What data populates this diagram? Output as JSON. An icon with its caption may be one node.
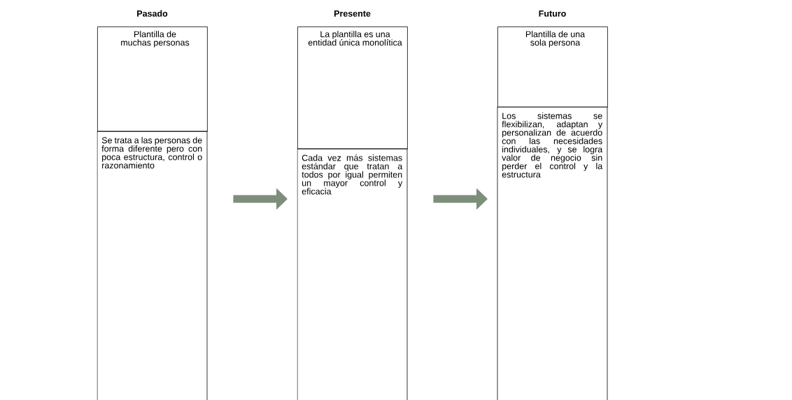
{
  "diagram": {
    "nodes": [
      {
        "text": [
          "Pasado",
          "Plantilla de muchas personas"
        ]
      },
      {
        "text": [
          "Se trata a las personas de forma diferente pero con poca estructura, control o razonamiento"
        ]
      },
      {
        "text": [
          "Presente",
          "La plantilla es una entidad única monolítica"
        ]
      },
      {
        "text": [
          "Cada vez más sistemas estándar que tratan a todos por igual permiten un mayor control y eficacia"
        ]
      },
      {
        "text": [
          "Futuro",
          "Plantilla de una sola persona"
        ]
      },
      {
        "text": [
          "Los sistemas se flexibilizan, adaptan y personalizan de acuerdo con las necesidades individuales, y se logra valor de negocio sin perder el control y la estructura"
        ]
      }
    ],
    "edges": [
      {
        "from": 1,
        "to": 3,
        "arrow": "to"
      },
      {
        "from": 3,
        "to": 5,
        "arrow": "to"
      }
    ]
  }
}
